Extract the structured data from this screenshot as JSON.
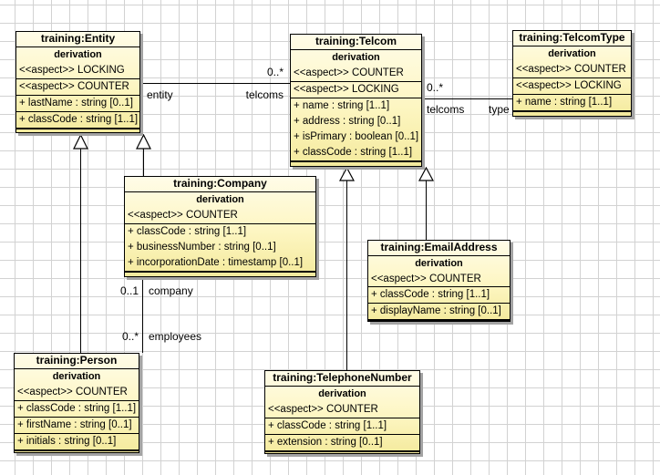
{
  "diagram": {
    "classes": [
      {
        "id": "entity",
        "title": "training:Entity",
        "derivation": "derivation",
        "aspects": [
          "<<aspect>> LOCKING",
          "<<aspect>> COUNTER"
        ],
        "attributes": [
          "+ lastName : string [0..1]",
          "+ classCode : string [1..1]"
        ]
      },
      {
        "id": "telcom",
        "title": "training:Telcom",
        "derivation": "derivation",
        "aspects": [
          "<<aspect>> COUNTER",
          "<<aspect>> LOCKING"
        ],
        "attributes": [
          "+ name : string [1..1]",
          "+ address : string [0..1]",
          "+ isPrimary : boolean [0..1]",
          "+ classCode : string [1..1]"
        ]
      },
      {
        "id": "telcomtype",
        "title": "training:TelcomType",
        "derivation": "derivation",
        "aspects": [
          "<<aspect>> COUNTER",
          "<<aspect>> LOCKING"
        ],
        "attributes": [
          "+ name : string [1..1]"
        ]
      },
      {
        "id": "company",
        "title": "training:Company",
        "derivation": "derivation",
        "aspects": [
          "<<aspect>> COUNTER"
        ],
        "attributes": [
          "+ classCode : string [1..1]",
          "+ businessNumber : string [0..1]",
          "+ incorporationDate : timestamp [0..1]"
        ]
      },
      {
        "id": "emailaddress",
        "title": "training:EmailAddress",
        "derivation": "derivation",
        "aspects": [
          "<<aspect>> COUNTER"
        ],
        "attributes": [
          "+ classCode : string [1..1]",
          "+ displayName : string [0..1]"
        ]
      },
      {
        "id": "person",
        "title": "training:Person",
        "derivation": "derivation",
        "aspects": [
          "<<aspect>> COUNTER"
        ],
        "attributes": [
          "+ classCode : string [1..1]",
          "+ firstName : string [0..1]",
          "+ initials : string [0..1]"
        ]
      },
      {
        "id": "telephonenumber",
        "title": "training:TelephoneNumber",
        "derivation": "derivation",
        "aspects": [
          "<<aspect>> COUNTER"
        ],
        "attributes": [
          "+ classCode : string [1..1]",
          "+ extension : string [0..1]"
        ]
      }
    ],
    "edges": {
      "entity_telcoms": {
        "multiplicity": "0..*",
        "role_source": "entity",
        "role_target": "telcoms"
      },
      "telcom_type": {
        "multiplicity": "0..*",
        "role_source": "telcoms",
        "role_target": "type"
      },
      "company_employees": {
        "mult_company": "0..1",
        "role_company": "company",
        "mult_employees": "0..*",
        "role_employees": "employees"
      }
    },
    "colors": {
      "box_fill_top": "#fffce8",
      "box_fill_bottom": "#f4ea9d",
      "box_border": "#000000",
      "grid": "#d2d2d2",
      "shadow": "#a3a3a3"
    }
  }
}
